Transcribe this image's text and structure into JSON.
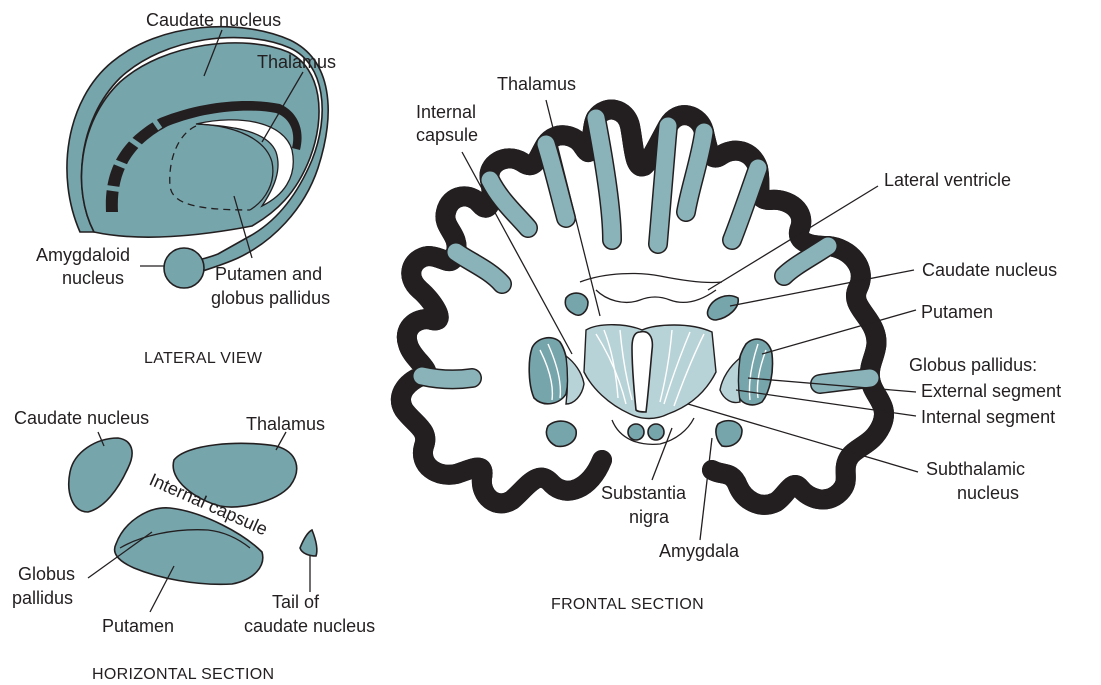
{
  "colors": {
    "structure": "#76a5ac",
    "cortex": "#8ab3b9",
    "pale": "#b8d3d7",
    "outline": "#231f20",
    "ventricle": "#231f20"
  },
  "lateral_view": {
    "caption": "LATERAL VIEW",
    "caudate_nucleus": "Caudate nucleus",
    "thalamus": "Thalamus",
    "amygdaloid_line1": "Amygdaloid",
    "amygdaloid_line2": "nucleus",
    "putamen_line1": "Putamen and",
    "putamen_line2": "globus pallidus"
  },
  "horizontal_section": {
    "caption": "HORIZONTAL SECTION",
    "caudate_nucleus": "Caudate nucleus",
    "thalamus": "Thalamus",
    "internal_capsule": "Internal capsule",
    "globus_line1": "Globus",
    "globus_line2": "pallidus",
    "putamen": "Putamen",
    "tail_line1": "Tail of",
    "tail_line2": "caudate nucleus"
  },
  "frontal_section": {
    "caption": "FRONTAL SECTION",
    "thalamus": "Thalamus",
    "internal_line1": "Internal",
    "internal_line2": "capsule",
    "lateral_ventricle": "Lateral ventricle",
    "caudate_nucleus": "Caudate nucleus",
    "putamen": "Putamen",
    "globus_pallidus": "Globus pallidus:",
    "external_segment": "External segment",
    "internal_segment": "Internal segment",
    "subthalamic_line1": "Subthalamic",
    "subthalamic_line2": "nucleus",
    "substantia_line1": "Substantia",
    "substantia_line2": "nigra",
    "amygdala": "Amygdala"
  }
}
